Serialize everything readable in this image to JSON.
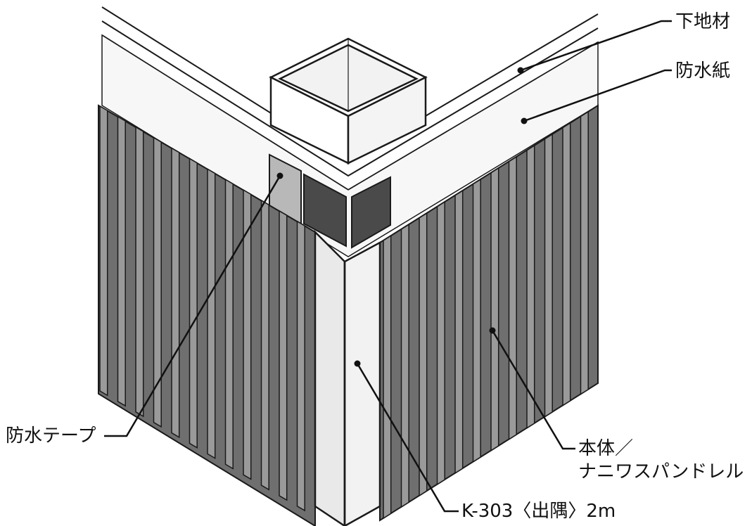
{
  "labels": {
    "substrate": "下地材",
    "waterproof_paper": "防水紙",
    "waterproof_tape": "防水テープ",
    "main_body_line1": "本体／",
    "main_body_line2": "ナニワスパンドレル",
    "corner_part": "K-303〈出隅〉2m"
  },
  "colors": {
    "panel_face": "#6f6f6f",
    "panel_rib": "#9a9a9a",
    "panel_outline": "#1a1a1a",
    "inner_dark": "#4a4a4a",
    "corner_trim": "#e9e9e9",
    "tape": "#b8b8b8",
    "wall": "#f7f7f7",
    "leader": "#111111"
  }
}
